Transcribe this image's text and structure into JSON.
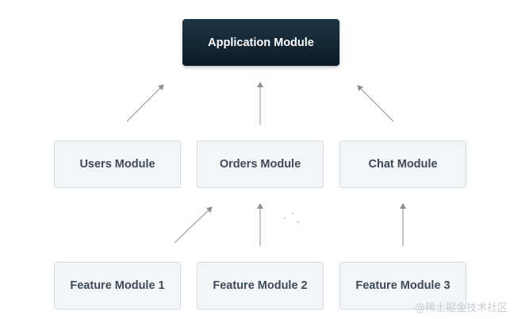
{
  "nodes": {
    "application": "Application Module",
    "users": "Users Module",
    "orders": "Orders Module",
    "chat": "Chat Module",
    "feature1": "Feature Module 1",
    "feature2": "Feature Module 2",
    "feature3": "Feature Module 3"
  },
  "edges": [
    {
      "from": "Users Module",
      "to": "Application Module"
    },
    {
      "from": "Orders Module",
      "to": "Application Module"
    },
    {
      "from": "Chat Module",
      "to": "Application Module"
    },
    {
      "from": "Feature Module 1",
      "to": "Orders Module"
    },
    {
      "from": "Feature Module 2",
      "to": "Orders Module"
    },
    {
      "from": "Feature Module 3",
      "to": "Chat Module"
    }
  ],
  "watermark": "@稀土掘金技术社区",
  "colors": {
    "app_node_bg": "#12222e",
    "module_bg": "#f3f6f9",
    "module_border": "#d3dbe4",
    "module_text": "#3f4a57",
    "arrow": "#8a8f96"
  }
}
